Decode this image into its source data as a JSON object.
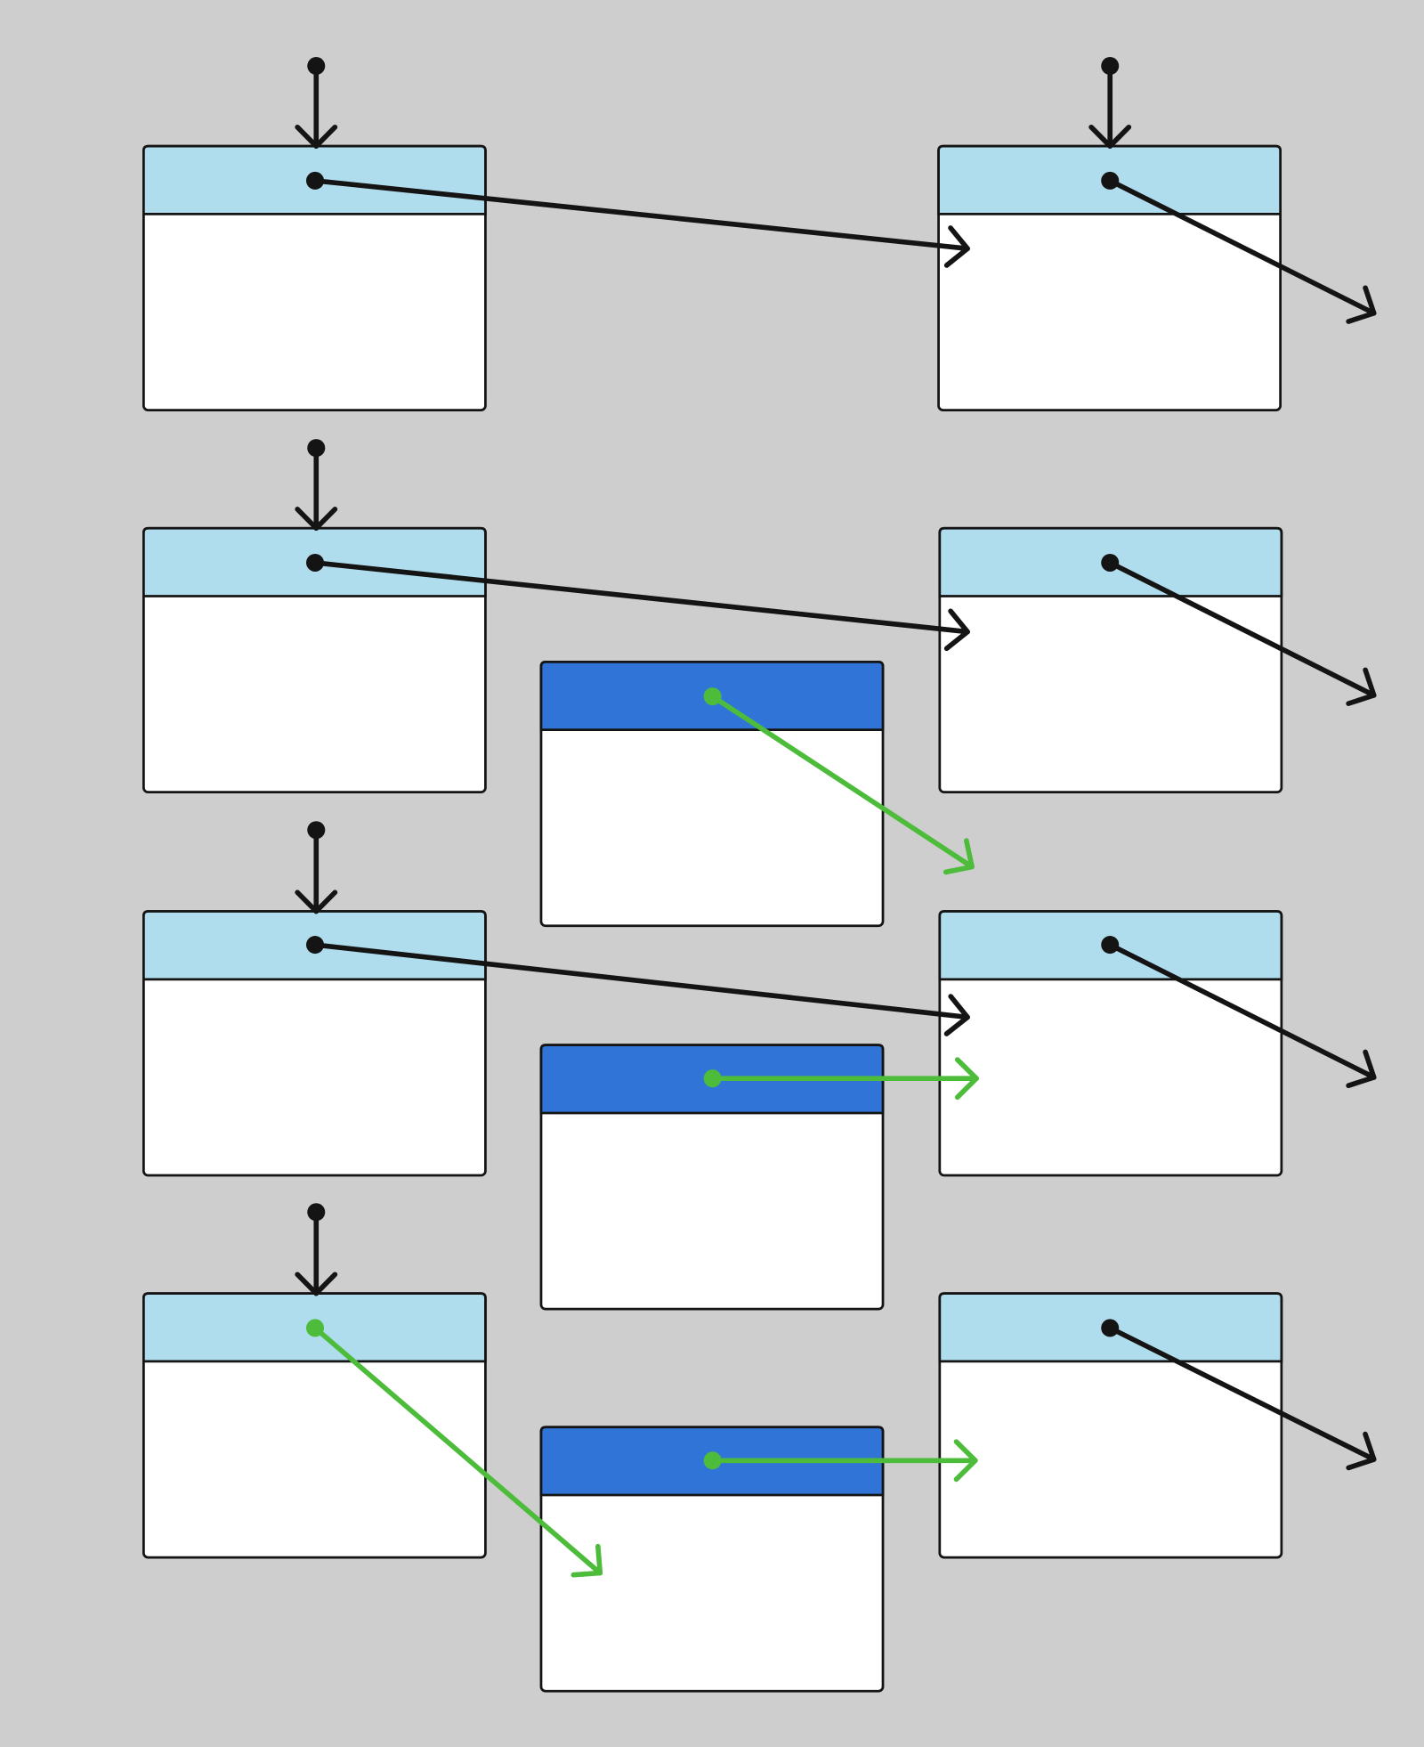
{
  "colors": {
    "background": "#cecece",
    "box_fill": "#ffffff",
    "box_border": "#141414",
    "header_light": "#b0dded",
    "header_dark": "#3174d8",
    "edge_black": "#141414",
    "edge_green": "#4cbc3a"
  },
  "nodes": [
    {
      "id": "left-1",
      "header": "light"
    },
    {
      "id": "left-2",
      "header": "light"
    },
    {
      "id": "left-3",
      "header": "light"
    },
    {
      "id": "left-4",
      "header": "light"
    },
    {
      "id": "right-1",
      "header": "light"
    },
    {
      "id": "right-2",
      "header": "light"
    },
    {
      "id": "right-3",
      "header": "light"
    },
    {
      "id": "right-4",
      "header": "light"
    },
    {
      "id": "middle-1",
      "header": "dark"
    },
    {
      "id": "middle-2",
      "header": "dark"
    },
    {
      "id": "middle-3",
      "header": "dark"
    }
  ],
  "edges": [
    {
      "from": "entry",
      "to": "left-1",
      "color": "black"
    },
    {
      "from": "entry",
      "to": "right-1",
      "color": "black"
    },
    {
      "from": "entry",
      "to": "left-2",
      "color": "black"
    },
    {
      "from": "entry",
      "to": "left-3",
      "color": "black"
    },
    {
      "from": "entry",
      "to": "left-4",
      "color": "black"
    },
    {
      "from": "left-1",
      "to": "right-1",
      "color": "black"
    },
    {
      "from": "left-2",
      "to": "right-2",
      "color": "black"
    },
    {
      "from": "left-3",
      "to": "right-3",
      "color": "black"
    },
    {
      "from": "right-1",
      "to": "exit",
      "color": "black"
    },
    {
      "from": "right-2",
      "to": "exit",
      "color": "black"
    },
    {
      "from": "right-3",
      "to": "exit",
      "color": "black"
    },
    {
      "from": "right-4",
      "to": "exit",
      "color": "black"
    },
    {
      "from": "middle-1",
      "to": "right-3",
      "color": "green"
    },
    {
      "from": "middle-2",
      "to": "right-3",
      "color": "green"
    },
    {
      "from": "middle-3",
      "to": "right-4",
      "color": "green"
    },
    {
      "from": "left-4",
      "to": "middle-3",
      "color": "green"
    }
  ]
}
